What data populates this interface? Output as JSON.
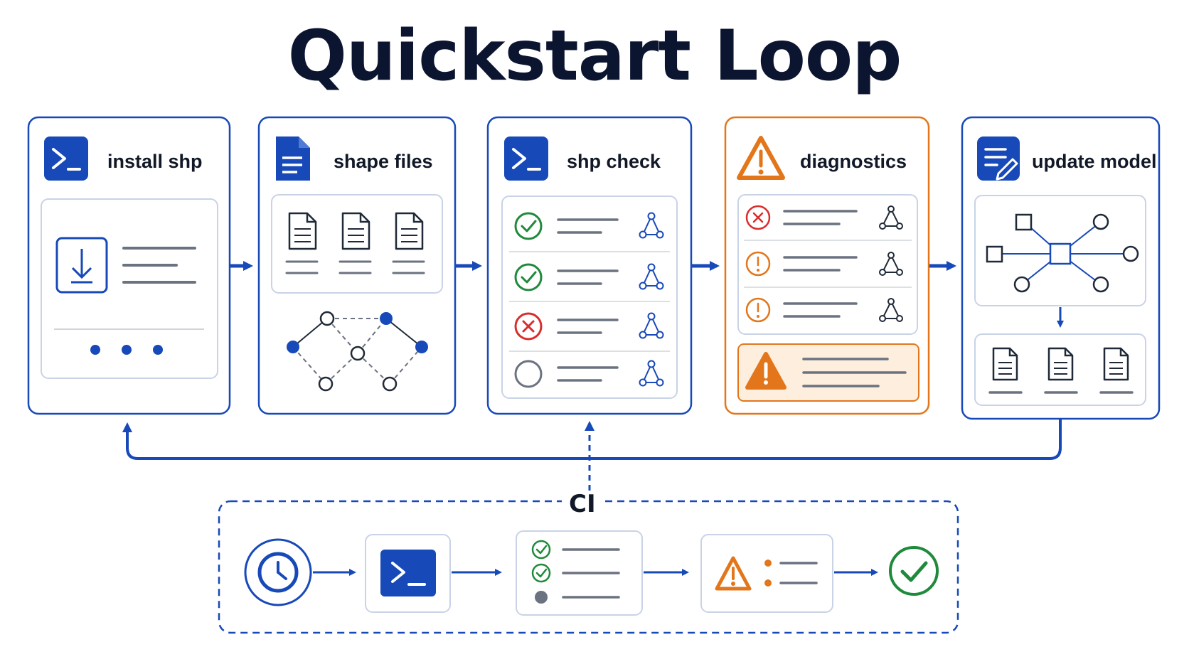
{
  "title": "Quickstart Loop",
  "steps": [
    {
      "label": "install shp",
      "icon": "terminal-icon"
    },
    {
      "label": "shape files",
      "icon": "document-icon"
    },
    {
      "label": "shp check",
      "icon": "terminal-icon"
    },
    {
      "label": "diagnostics",
      "icon": "warning-icon"
    },
    {
      "label": "update model",
      "icon": "edit-document-icon"
    }
  ],
  "ci": {
    "label": "CI"
  },
  "colors": {
    "blue": "#1749b8",
    "orange": "#e3761b",
    "green": "#1f8a3b",
    "red": "#d92d2d",
    "gray": "#6b7280",
    "title": "#0b1530"
  }
}
